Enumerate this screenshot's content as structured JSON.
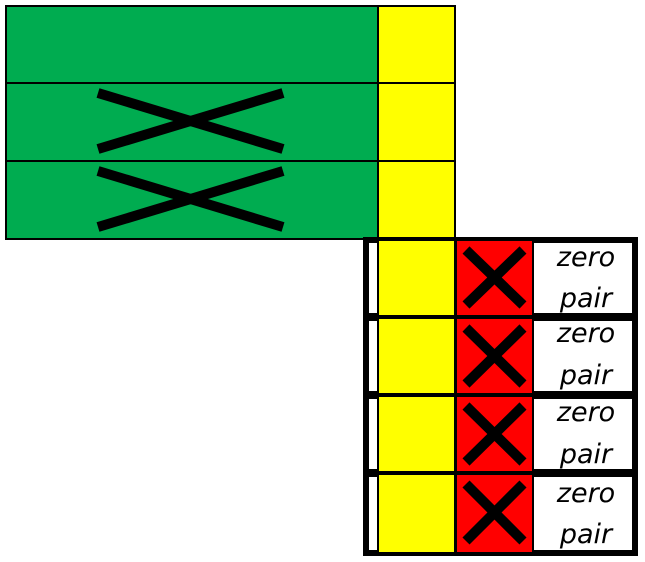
{
  "colors": {
    "green": "#00ac50",
    "yellow": "#ffff00",
    "red": "#ff0000",
    "black": "#000000"
  },
  "green_rows": [
    {
      "crossed": false
    },
    {
      "crossed": true
    },
    {
      "crossed": true
    }
  ],
  "zero_pairs": [
    {
      "line1": "zero",
      "line2": "pair"
    },
    {
      "line1": "zero",
      "line2": "pair"
    },
    {
      "line1": "zero",
      "line2": "pair"
    },
    {
      "line1": "zero",
      "line2": "pair"
    }
  ]
}
